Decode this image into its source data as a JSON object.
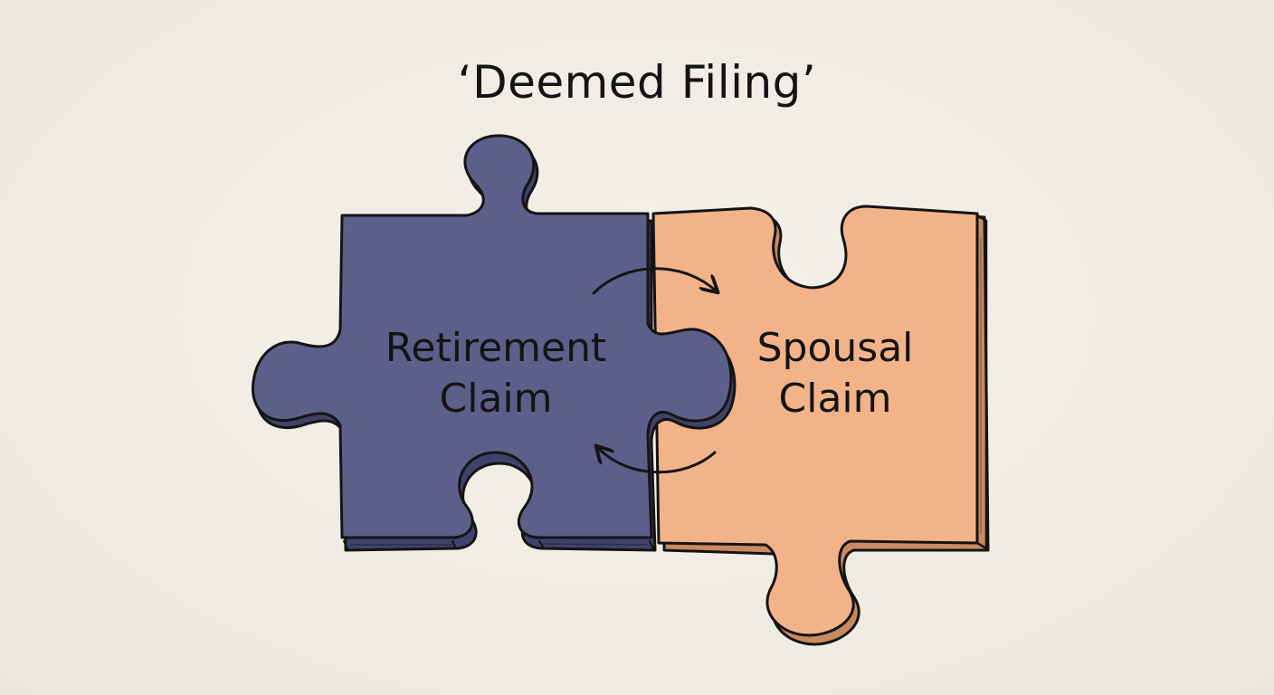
{
  "title": "‘Deemed Filing’",
  "pieces": {
    "left": {
      "line1": "Retirement",
      "line2": "Claim",
      "color": "#5d5f8b"
    },
    "right": {
      "line1": "Spousal",
      "line2": "Claim",
      "color": "#f3b389"
    }
  },
  "colors": {
    "background": "#f1eee6",
    "outline": "#141414",
    "left_edge": "#40426a",
    "right_edge": "#c98a62"
  }
}
